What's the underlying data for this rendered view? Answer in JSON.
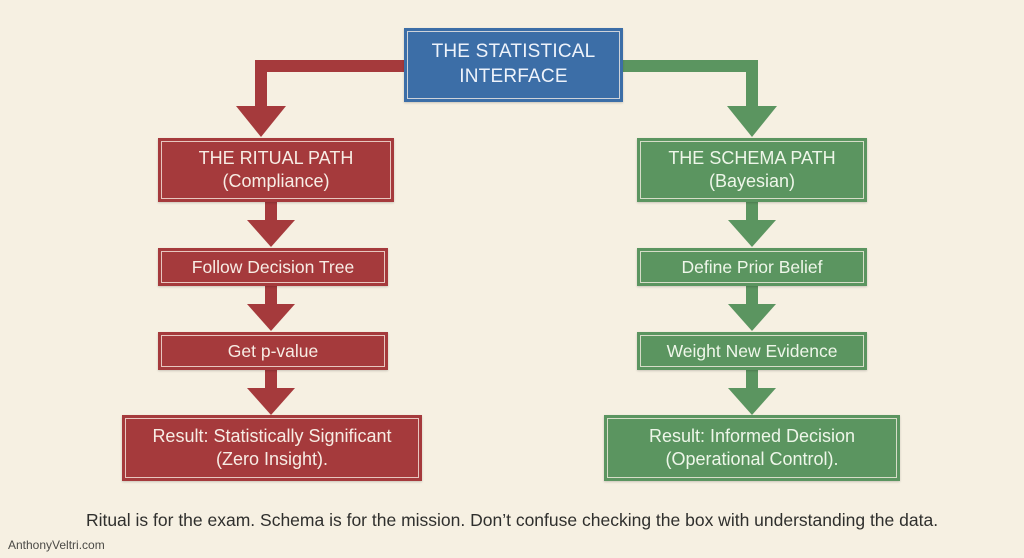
{
  "diagram": {
    "type": "flowchart",
    "colors": {
      "background": "#f6f0e2",
      "root": "#3c6ea7",
      "ritual": "#a53a3c",
      "schema": "#5b9560",
      "caption_text": "#2f2f2d"
    },
    "root": {
      "line1": "THE STATISTICAL",
      "line2": "INTERFACE"
    },
    "ritual_path": {
      "header": {
        "line1": "THE RITUAL PATH",
        "line2": "(Compliance)"
      },
      "steps": [
        {
          "label": "Follow Decision Tree"
        },
        {
          "label": "Get p-value"
        }
      ],
      "result": {
        "line1": "Result: Statistically Significant",
        "line2": "(Zero Insight)."
      }
    },
    "schema_path": {
      "header": {
        "line1": "THE SCHEMA PATH",
        "line2": "(Bayesian)"
      },
      "steps": [
        {
          "label": "Define Prior Belief"
        },
        {
          "label": "Weight New Evidence"
        }
      ],
      "result": {
        "line1": "Result: Informed Decision",
        "line2": "(Operational Control)."
      }
    },
    "edges": [
      {
        "from": "root",
        "to": "ritual_path.header"
      },
      {
        "from": "ritual_path.header",
        "to": "ritual_path.steps.0"
      },
      {
        "from": "ritual_path.steps.0",
        "to": "ritual_path.steps.1"
      },
      {
        "from": "ritual_path.steps.1",
        "to": "ritual_path.result"
      },
      {
        "from": "root",
        "to": "schema_path.header"
      },
      {
        "from": "schema_path.header",
        "to": "schema_path.steps.0"
      },
      {
        "from": "schema_path.steps.0",
        "to": "schema_path.steps.1"
      },
      {
        "from": "schema_path.steps.1",
        "to": "schema_path.result"
      }
    ]
  },
  "caption": "Ritual is for the exam. Schema is for the mission. Don’t confuse checking the box with understanding the data.",
  "watermark": "AnthonyVeltri.com"
}
